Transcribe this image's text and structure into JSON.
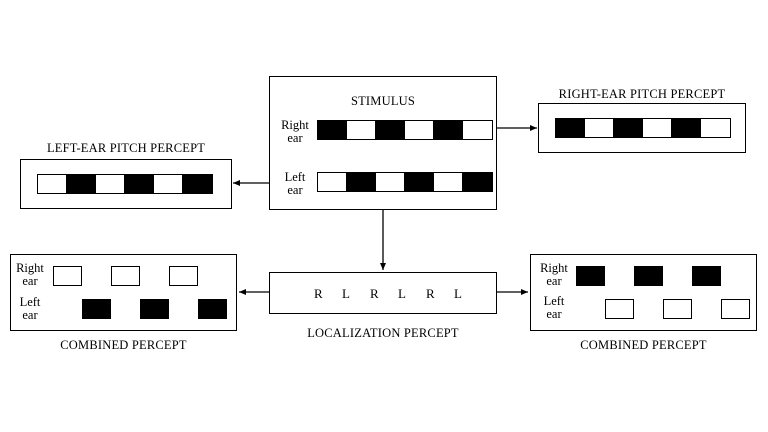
{
  "stimulus": {
    "title": "STIMULUS",
    "right_label": [
      "Right",
      "ear"
    ],
    "left_label": [
      "Left",
      "ear"
    ],
    "right_pattern": [
      "b",
      "w",
      "b",
      "w",
      "b",
      "w"
    ],
    "left_pattern": [
      "w",
      "b",
      "w",
      "b",
      "w",
      "b"
    ]
  },
  "right_ear_percept": {
    "title": "RIGHT-EAR PITCH PERCEPT",
    "pattern": [
      "b",
      "w",
      "b",
      "w",
      "b",
      "w"
    ]
  },
  "left_ear_percept": {
    "title": "LEFT-EAR PITCH PERCEPT",
    "pattern": [
      "w",
      "b",
      "w",
      "b",
      "w",
      "b"
    ]
  },
  "localization": {
    "title": "LOCALIZATION PERCEPT",
    "sequence": [
      "R",
      "L",
      "R",
      "L",
      "R",
      "L"
    ]
  },
  "combined_left": {
    "title": "COMBINED PERCEPT",
    "right_label": [
      "Right",
      "ear"
    ],
    "left_label": [
      "Left",
      "ear"
    ],
    "right_row": [
      "w",
      "w",
      "w"
    ],
    "left_row": [
      "b",
      "b",
      "b"
    ]
  },
  "combined_right": {
    "title": "COMBINED PERCEPT",
    "right_label": [
      "Right",
      "ear"
    ],
    "left_label": [
      "Left",
      "ear"
    ],
    "right_row": [
      "b",
      "b",
      "b"
    ],
    "left_row": [
      "w",
      "w",
      "w"
    ]
  }
}
